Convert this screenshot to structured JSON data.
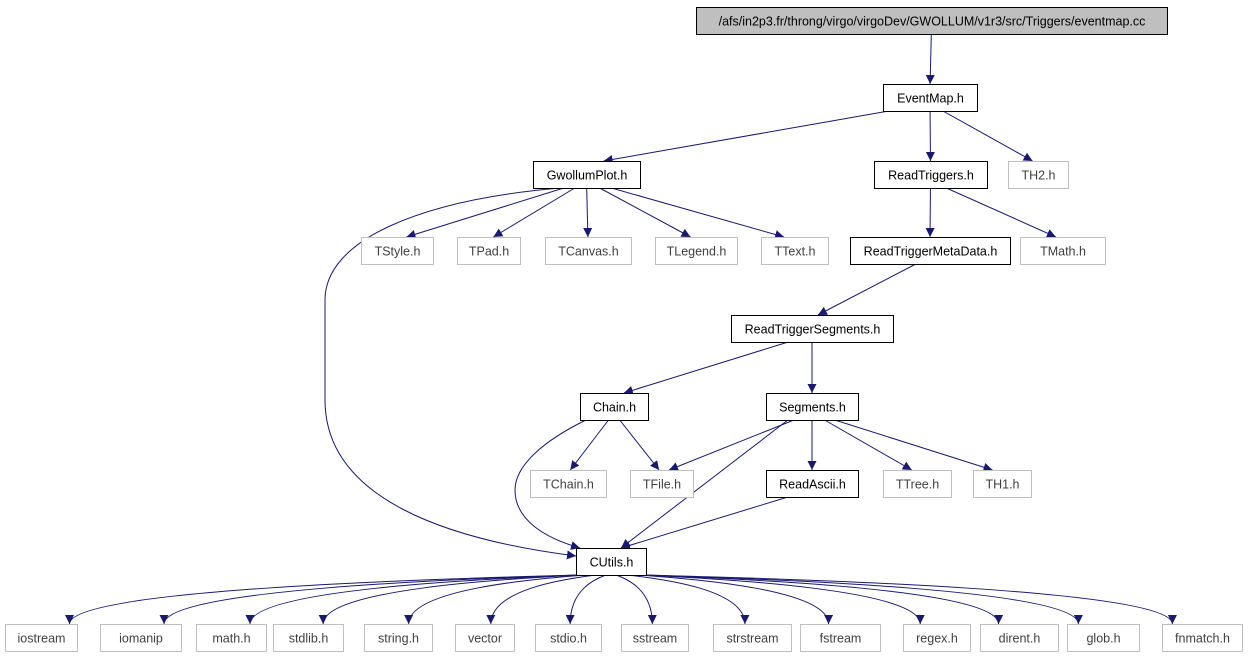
{
  "colors": {
    "edge": "#191970",
    "root_fill": "#bfbfbf",
    "normal_border": "#000000",
    "external_border": "#bfbfbf",
    "external_text": "#404040"
  },
  "nodes": [
    {
      "id": "root",
      "label": "/afs/in2p3.fr/throng/virgo/virgoDev/GWOLLUM/v1r3/src/Triggers/eventmap.cc",
      "kind": "root"
    },
    {
      "id": "eventmap",
      "label": "EventMap.h",
      "kind": "normal"
    },
    {
      "id": "gwollumplot",
      "label": "GwollumPlot.h",
      "kind": "normal"
    },
    {
      "id": "readtriggers",
      "label": "ReadTriggers.h",
      "kind": "normal"
    },
    {
      "id": "th2",
      "label": "TH2.h",
      "kind": "external"
    },
    {
      "id": "tstyle",
      "label": "TStyle.h",
      "kind": "external"
    },
    {
      "id": "tpad",
      "label": "TPad.h",
      "kind": "external"
    },
    {
      "id": "tcanvas",
      "label": "TCanvas.h",
      "kind": "external"
    },
    {
      "id": "tlegend",
      "label": "TLegend.h",
      "kind": "external"
    },
    {
      "id": "ttext",
      "label": "TText.h",
      "kind": "external"
    },
    {
      "id": "readtriggermetadata",
      "label": "ReadTriggerMetaData.h",
      "kind": "normal"
    },
    {
      "id": "tmath",
      "label": "TMath.h",
      "kind": "external"
    },
    {
      "id": "readtriggersegments",
      "label": "ReadTriggerSegments.h",
      "kind": "normal"
    },
    {
      "id": "chain",
      "label": "Chain.h",
      "kind": "normal"
    },
    {
      "id": "segments",
      "label": "Segments.h",
      "kind": "normal"
    },
    {
      "id": "tchain",
      "label": "TChain.h",
      "kind": "external"
    },
    {
      "id": "tfile",
      "label": "TFile.h",
      "kind": "external"
    },
    {
      "id": "readascii",
      "label": "ReadAscii.h",
      "kind": "normal"
    },
    {
      "id": "ttree",
      "label": "TTree.h",
      "kind": "external"
    },
    {
      "id": "th1",
      "label": "TH1.h",
      "kind": "external"
    },
    {
      "id": "cutils",
      "label": "CUtils.h",
      "kind": "normal"
    },
    {
      "id": "iostream",
      "label": "iostream",
      "kind": "external"
    },
    {
      "id": "iomanip",
      "label": "iomanip",
      "kind": "external"
    },
    {
      "id": "math",
      "label": "math.h",
      "kind": "external"
    },
    {
      "id": "stdlib",
      "label": "stdlib.h",
      "kind": "external"
    },
    {
      "id": "string",
      "label": "string.h",
      "kind": "external"
    },
    {
      "id": "vector",
      "label": "vector",
      "kind": "external"
    },
    {
      "id": "stdio",
      "label": "stdio.h",
      "kind": "external"
    },
    {
      "id": "sstream",
      "label": "sstream",
      "kind": "external"
    },
    {
      "id": "strstream",
      "label": "strstream",
      "kind": "external"
    },
    {
      "id": "fstream",
      "label": "fstream",
      "kind": "external"
    },
    {
      "id": "regex",
      "label": "regex.h",
      "kind": "external"
    },
    {
      "id": "dirent",
      "label": "dirent.h",
      "kind": "external"
    },
    {
      "id": "glob",
      "label": "glob.h",
      "kind": "external"
    },
    {
      "id": "fnmatch",
      "label": "fnmatch.h",
      "kind": "external"
    }
  ],
  "edges": [
    [
      "root",
      "eventmap"
    ],
    [
      "eventmap",
      "gwollumplot"
    ],
    [
      "eventmap",
      "readtriggers"
    ],
    [
      "eventmap",
      "th2"
    ],
    [
      "gwollumplot",
      "cutils"
    ],
    [
      "gwollumplot",
      "tstyle"
    ],
    [
      "gwollumplot",
      "tpad"
    ],
    [
      "gwollumplot",
      "tcanvas"
    ],
    [
      "gwollumplot",
      "tlegend"
    ],
    [
      "gwollumplot",
      "ttext"
    ],
    [
      "readtriggers",
      "readtriggermetadata"
    ],
    [
      "readtriggers",
      "tmath"
    ],
    [
      "readtriggermetadata",
      "readtriggersegments"
    ],
    [
      "readtriggersegments",
      "chain"
    ],
    [
      "readtriggersegments",
      "segments"
    ],
    [
      "chain",
      "tchain"
    ],
    [
      "chain",
      "tfile"
    ],
    [
      "chain",
      "cutils"
    ],
    [
      "segments",
      "tfile"
    ],
    [
      "segments",
      "cutils"
    ],
    [
      "segments",
      "readascii"
    ],
    [
      "segments",
      "ttree"
    ],
    [
      "segments",
      "th1"
    ],
    [
      "readascii",
      "cutils"
    ],
    [
      "cutils",
      "iostream"
    ],
    [
      "cutils",
      "iomanip"
    ],
    [
      "cutils",
      "math"
    ],
    [
      "cutils",
      "stdlib"
    ],
    [
      "cutils",
      "string"
    ],
    [
      "cutils",
      "vector"
    ],
    [
      "cutils",
      "stdio"
    ],
    [
      "cutils",
      "sstream"
    ],
    [
      "cutils",
      "strstream"
    ],
    [
      "cutils",
      "fstream"
    ],
    [
      "cutils",
      "regex"
    ],
    [
      "cutils",
      "dirent"
    ],
    [
      "cutils",
      "glob"
    ],
    [
      "cutils",
      "fnmatch"
    ]
  ]
}
